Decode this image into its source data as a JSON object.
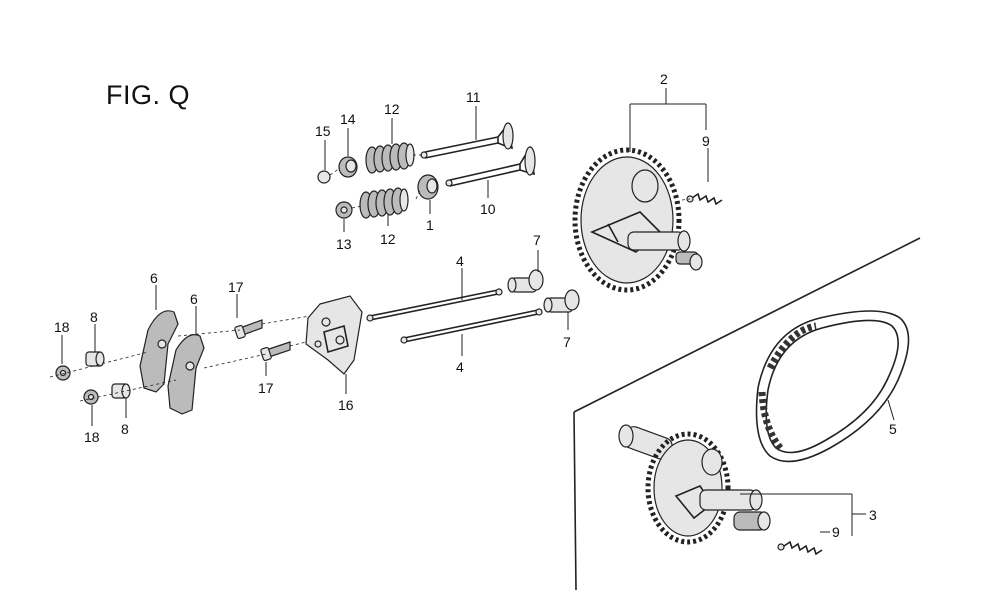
{
  "figure": {
    "title": "FIG. Q"
  },
  "callouts": [
    {
      "id": "c-2",
      "text": "2"
    },
    {
      "id": "c-9a",
      "text": "9"
    },
    {
      "id": "c-11",
      "text": "11"
    },
    {
      "id": "c-15",
      "text": "15"
    },
    {
      "id": "c-14",
      "text": "14"
    },
    {
      "id": "c-12a",
      "text": "12"
    },
    {
      "id": "c-10",
      "text": "10"
    },
    {
      "id": "c-13",
      "text": "13"
    },
    {
      "id": "c-12b",
      "text": "12"
    },
    {
      "id": "c-1",
      "text": "1"
    },
    {
      "id": "c-7a",
      "text": "7"
    },
    {
      "id": "c-4a",
      "text": "4"
    },
    {
      "id": "c-7b",
      "text": "7"
    },
    {
      "id": "c-4b",
      "text": "4"
    },
    {
      "id": "c-6a",
      "text": "6"
    },
    {
      "id": "c-6b",
      "text": "6"
    },
    {
      "id": "c-17a",
      "text": "17"
    },
    {
      "id": "c-17b",
      "text": "17"
    },
    {
      "id": "c-18a",
      "text": "18"
    },
    {
      "id": "c-8a",
      "text": "8"
    },
    {
      "id": "c-18b",
      "text": "18"
    },
    {
      "id": "c-8b",
      "text": "8"
    },
    {
      "id": "c-16",
      "text": "16"
    },
    {
      "id": "c-5",
      "text": "5"
    },
    {
      "id": "c-3",
      "text": "3"
    },
    {
      "id": "c-9b",
      "text": "9"
    }
  ]
}
